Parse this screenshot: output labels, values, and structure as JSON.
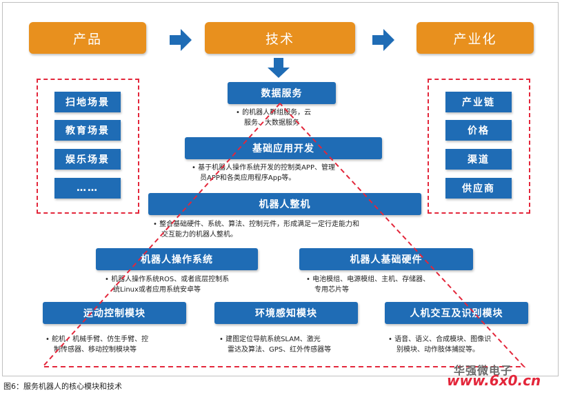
{
  "top": {
    "product": "产品",
    "technology": "技术",
    "industrialization": "产业化"
  },
  "left_items": [
    "扫地场景",
    "教育场景",
    "娱乐场景",
    "……"
  ],
  "right_items": [
    "产业链",
    "价格",
    "渠道",
    "供应商"
  ],
  "levels": {
    "data_service": {
      "title": "数据服务",
      "desc": [
        "•  的机器人群组服务，云",
        "服务、大数据服务"
      ]
    },
    "basic_app": {
      "title": "基础应用开发",
      "desc": [
        "•  基于机器人操作系统开发的控制类APP、管理",
        "员APP和各类应用程序App等。"
      ]
    },
    "robot_whole": {
      "title": "机器人整机",
      "desc": [
        "•  整合基础硬件、系统、算法、控制元件，形成满足一定行走能力和",
        "交互能力的机器人整机。"
      ]
    },
    "os": {
      "title": "机器人操作系统",
      "desc": [
        "•  机器人操作系统ROS、或者底层控制系",
        "统Linux或者应用系统安卓等"
      ]
    },
    "hardware": {
      "title": "机器人基础硬件",
      "desc": [
        "•  电池模组、电源模组、主机、存储器、",
        "专用芯片等"
      ]
    },
    "motion": {
      "title": "运动控制模块",
      "desc": [
        "•  舵机、机械手臂、仿生手臂、控",
        "制传感器、移动控制模块等"
      ]
    },
    "perception": {
      "title": "环境感知模块",
      "desc": [
        "•  建图定位导航系统SLAM、激光",
        "雷达及算法、GPS、红外传感器等"
      ]
    },
    "hci": {
      "title": "人机交互及识别模块",
      "desc": [
        "•  语音、语义、合成模块、图像识",
        "别模块、动作肢体捕捉等。"
      ]
    }
  },
  "caption": "图6：服务机器人的核心模块和技术",
  "watermark": {
    "brand": "华强微电子",
    "site": "www.6x0.cn"
  }
}
